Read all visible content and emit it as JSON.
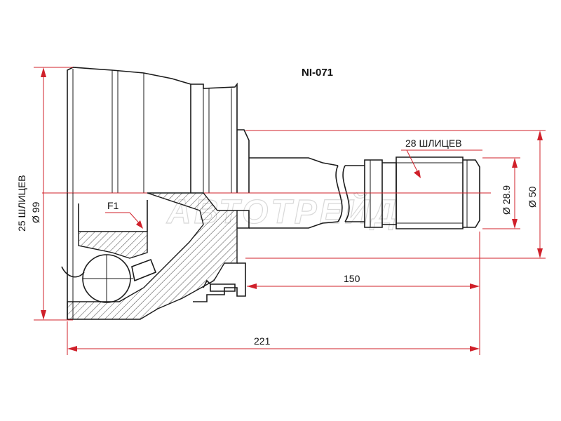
{
  "part_number": "NI-071",
  "watermark": "АВТОТРЕЙД",
  "labels": {
    "splines_outer": "25 ШЛИЦЕВ",
    "diameter_outer": "Ø 99",
    "splines_shaft": "28 ШЛИЦЕВ",
    "diameter_shaft": "Ø 28.9",
    "diameter_neck": "Ø 50",
    "shaft_length": "150",
    "total_length": "221",
    "feature_f1": "F1"
  },
  "colors": {
    "dimension_line": "#d0202a",
    "outline": "#1a1a1a"
  }
}
